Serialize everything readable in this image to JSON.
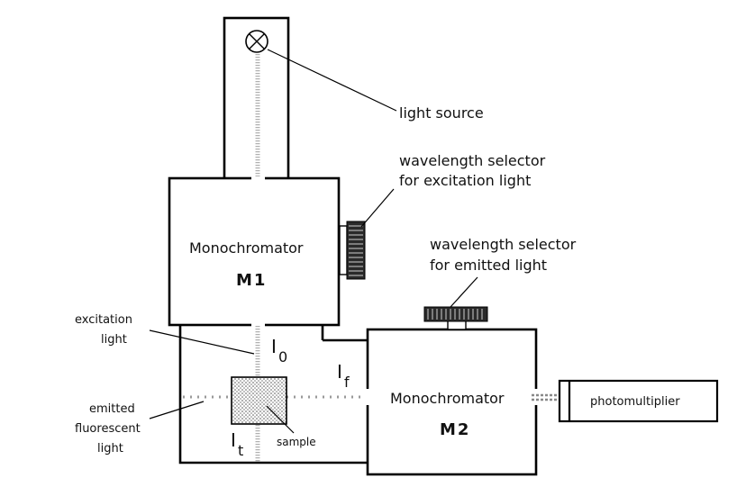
{
  "labels": {
    "light_source": "light source",
    "wl_sel_exc_1": "wavelength selector",
    "wl_sel_exc_2": "for excitation light",
    "wl_sel_em_1": "wavelength selector",
    "wl_sel_em_2": "for emitted light",
    "mono1_name": "Monochromator",
    "mono1_id": "M1",
    "mono2_name": "Monochromator",
    "mono2_id": "M2",
    "excitation_1": "excitation",
    "excitation_2": "light",
    "emitted_1": "emitted",
    "emitted_2": "fluorescent",
    "emitted_3": "light",
    "sample": "sample",
    "photomultiplier": "photomultiplier",
    "i0_base": "I",
    "i0_sub": "0",
    "if_base": "I",
    "if_sub": "f",
    "it_base": "I",
    "it_sub": "t"
  }
}
